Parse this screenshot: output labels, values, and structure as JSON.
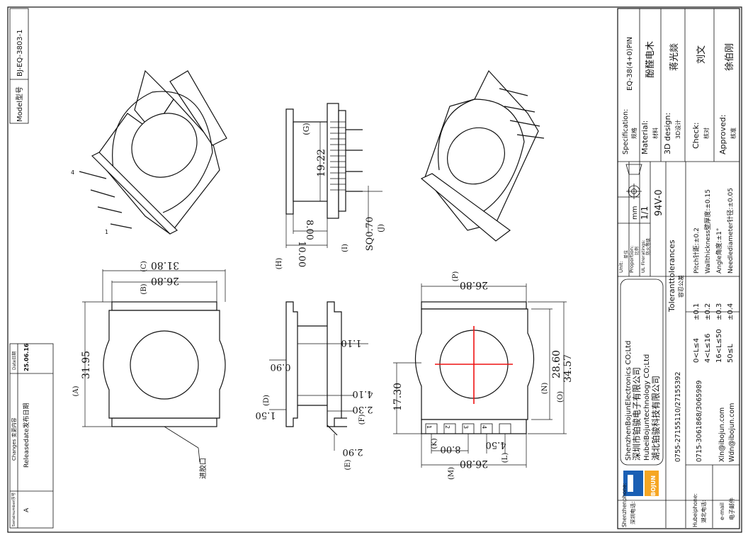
{
  "model_box": {
    "label": "Model型号",
    "value": "BJ-EQ-3803-1"
  },
  "revision_table": {
    "headers": [
      "Serialnumber序号",
      "Changes 变更内容",
      "Date日期"
    ],
    "row": [
      "A",
      "Releasedate发布日期",
      "25.06.16"
    ]
  },
  "title_block": {
    "specification": {
      "label": "Specification:",
      "label_cn": "规格",
      "value": "EQ-38(4+0)PIN"
    },
    "material": {
      "label": "Material:",
      "label_cn": "材料",
      "value": "酚醛电木"
    },
    "design": {
      "label": "3D design:",
      "label_cn": "3D设计",
      "value": "蒋光燚"
    },
    "check": {
      "label": "Check:",
      "label_cn": "核对",
      "value": "刘文"
    },
    "approved": {
      "label": "Approved:",
      "label_cn": "核准",
      "value": "徐伯刚"
    },
    "unit": {
      "label": "Unit:",
      "label_cn": "单位",
      "value": "mm"
    },
    "proportion": {
      "label": "Proportion:",
      "label_cn": "比例",
      "value": "1/1"
    },
    "ul": {
      "label": "UL Fireratings:",
      "label_cn": "防火等级",
      "value": "94V-0"
    },
    "tolerances_title": "Toleranttolerances",
    "tolerances_title_cn": "容忍公差",
    "tolerance_rows": [
      {
        "range": "0<L≤4",
        "tol": "±0.1"
      },
      {
        "range": "4<L≤16",
        "tol": "±0.2"
      },
      {
        "range": "16<L≤50",
        "tol": "±0.3"
      },
      {
        "range": "50≤L",
        "tol": "±0.4"
      }
    ],
    "special_tol": [
      "Pitch针距:±0.2",
      "Wallthickness壁厚度:±0.15",
      "Angle角度:±1°",
      "Needlediameter针径:±0.05"
    ],
    "company": [
      "ShenzhenBojunElectronics CO;Ltd",
      "深圳市铂骏电子有限公司",
      "HubeiBojuntechnology CO;Ltd",
      "湖北铂骏科技有限公司"
    ],
    "logo_text": "BOJUN",
    "contacts": [
      {
        "label": "Shenzhenphone:",
        "label_cn": "深圳电话:",
        "value": "0755-27155110/27155392"
      },
      {
        "label": "Hubeiphone:",
        "label_cn": "湖北电话:",
        "value": "0715-3061868/3065989"
      },
      {
        "label": "e-mail",
        "label_cn": "电子邮件",
        "value": "Xln@ibojun.com",
        "value2": "Wdn@ibojun.com"
      }
    ]
  },
  "dimensions": {
    "c": "(C)",
    "c_val": "31.80",
    "b": "(B)",
    "b_val": "26.80",
    "a": "(A)",
    "a_val": "31.95",
    "g": "(G)",
    "g_val": "19.22",
    "h": "(H)",
    "h_val": "10.00",
    "h2_val": "8.00",
    "i": "(I)",
    "j": "(J)",
    "j_val": "SQ0.70",
    "p": "(P)",
    "p_val": "26.80",
    "n": "(N)",
    "n_val": "28.60",
    "o": "(O)",
    "o_val": "34.57",
    "q_val": "17.30",
    "k": "(K)",
    "k_val": "8.00",
    "l": "(L)",
    "l_val": "4.50",
    "m": "(M)",
    "m_val": "26.80",
    "w1_val": "0.90",
    "w2_val": "1.10",
    "d": "(D)",
    "d_val": "1.50",
    "f": "(F)",
    "f_val": "2.30",
    "f2_val": "4.10",
    "e": "(E)",
    "e_val": "2.90",
    "pin1": "1",
    "pin4": "4",
    "pin_labels": [
      "1",
      "2",
      "3",
      "4"
    ],
    "gate_label": "进胶口"
  }
}
